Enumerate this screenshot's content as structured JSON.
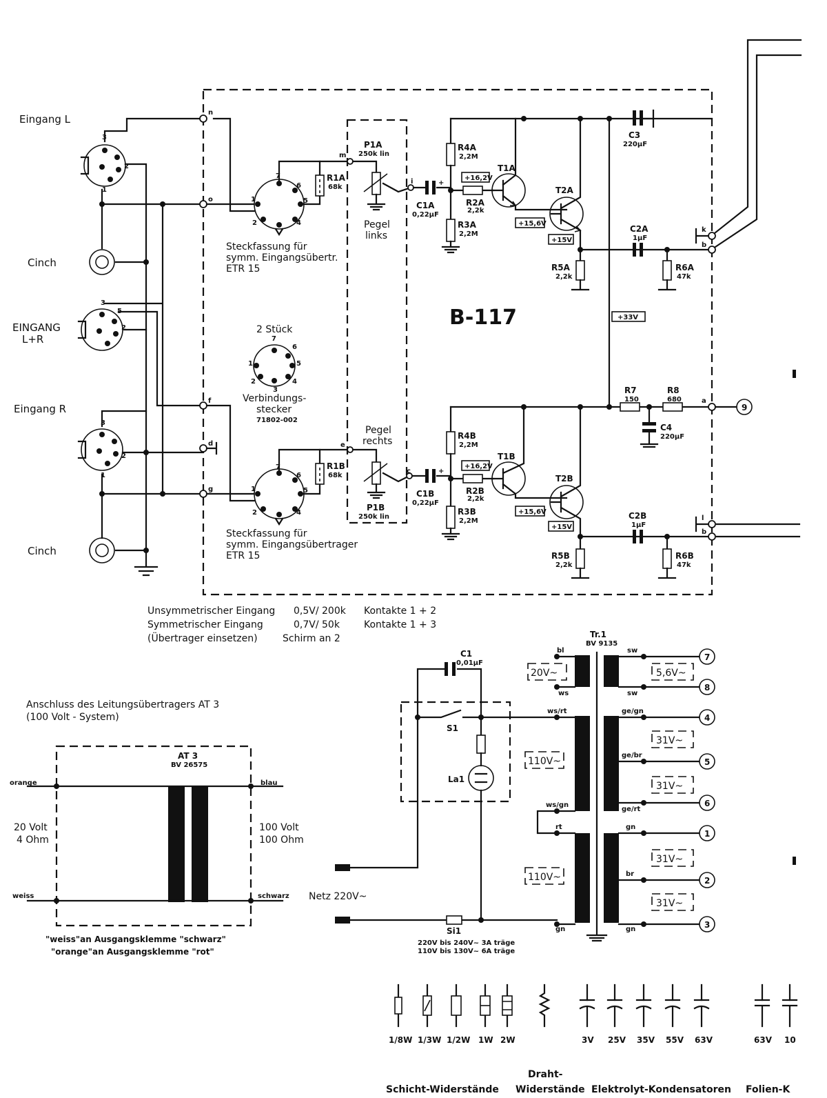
{
  "board": {
    "name": "B-117"
  },
  "inputs": {
    "eingang_l": "Eingang L",
    "cinch_top": "Cinch",
    "eingang_lr_1": "EINGANG",
    "eingang_lr_2": "L+R",
    "eingang_r": "Eingang R",
    "cinch_bottom": "Cinch"
  },
  "sockets": {
    "top_1": "Steckfassung für",
    "top_2": "symm. Eingangsübertr.",
    "top_3": "ETR 15",
    "bottom_1": "Steckfassung für",
    "bottom_2": "symm. Eingangsübertrager",
    "bottom_3": "ETR 15",
    "connector_1": "2 Stück",
    "connector_2": "Verbindungs-",
    "connector_3": "stecker",
    "connector_4": "71802-002"
  },
  "nodes": {
    "n": "n",
    "o": "o",
    "m": "m",
    "i": "i",
    "f": "f",
    "d": "d",
    "e": "e",
    "g": "g",
    "c": "c",
    "k": "k",
    "b_top": "b",
    "a": "a",
    "l": "l",
    "b_bottom": "b"
  },
  "channel_a": {
    "p1a": "P1A",
    "p1a_val": "250k lin",
    "pegel_1": "Pegel",
    "pegel_2": "links",
    "r1a": "R1A",
    "r1a_val": "68k",
    "c1a": "C1A",
    "c1a_val": "0,22µF",
    "r4a": "R4A",
    "r4a_val": "2,2M",
    "r2a": "R2A",
    "r2a_val": "2,2k",
    "r3a": "R3A",
    "r3a_val": "2,2M",
    "t1a": "T1A",
    "t2a": "T2A",
    "v162": "+16,2V",
    "v156": "+15,6V",
    "v15": "+15V",
    "r5a": "R5A",
    "r5a_val": "2,2k",
    "c2a": "C2A",
    "c2a_val": "1µF",
    "r6a": "R6A",
    "r6a_val": "47k",
    "c3": "C3",
    "c3_val": "220µF",
    "v33": "+33V"
  },
  "channel_b": {
    "p1b": "P1B",
    "p1b_val": "250k lin",
    "pegel_1": "Pegel",
    "pegel_2": "rechts",
    "r1b": "R1B",
    "r1b_val": "68k",
    "c1b": "C1B",
    "c1b_val": "0,22µF",
    "r4b": "R4B",
    "r4b_val": "2,2M",
    "r2b": "R2B",
    "r2b_val": "2,2k",
    "r3b": "R3B",
    "r3b_val": "2,2M",
    "t1b": "T1B",
    "t2b": "T2B",
    "v162": "+16,2V",
    "v156": "+15,6V",
    "v15": "+15V",
    "r5b": "R5B",
    "r5b_val": "2,2k",
    "c2b": "C2B",
    "c2b_val": "1µF",
    "r6b": "R6B",
    "r6b_val": "47k",
    "r7": "R7",
    "r7_val": "150",
    "r8": "R8",
    "r8_val": "680",
    "c4": "C4",
    "c4_val": "220µF",
    "terminal_9": "9"
  },
  "notes": {
    "line1_a": "Unsymmetrischer Eingang",
    "line1_b": "0,5V/ 200k",
    "line1_c": "Kontakte   1 + 2",
    "line2_a": "Symmetrischer Eingang",
    "line2_b": "0,7V/  50k",
    "line2_c": "Kontakte   1 + 3",
    "line3_a": "(Übertrager einsetzen)",
    "line3_b": "Schirm an 2"
  },
  "at3": {
    "title_1": "Anschluss des Leitungsübertragers AT 3",
    "title_2": "(100 Volt - System)",
    "name": "AT 3",
    "code": "BV 26575",
    "orange": "orange",
    "blau": "blau",
    "weiss": "weiss",
    "schwarz": "schwarz",
    "left_1": "20 Volt",
    "left_2": "4 Ohm",
    "right_1": "100 Volt",
    "right_2": "100 Ohm",
    "note_1": "\"weiss\"an Ausgangsklemme \"schwarz\"",
    "note_2": "\"orange\"an Ausgangsklemme \"rot\""
  },
  "power": {
    "c1": "C1",
    "c1_val": "0,01µF",
    "s1": "S1",
    "la1": "La1",
    "netz": "Netz 220V~",
    "si1": "Si1",
    "si1_note_1": "220V bis  240V~ 3A träge",
    "si1_note_2": "110V bis  130V~ 6A träge",
    "tr1": "Tr.1",
    "tr1_code": "BV 9135",
    "v20": "20V~",
    "v110_a": "110V~",
    "v110_b": "110V~",
    "v56": "5,6V~",
    "v31_a": "31V~",
    "v31_b": "31V~",
    "v31_c": "31V~",
    "v31_d": "31V~",
    "p_bl": "bl",
    "p_ws": "ws",
    "p_wsrt": "ws/rt",
    "p_wsgn": "ws/gn",
    "p_rt": "rt",
    "p_gn": "gn",
    "s_sw1": "sw",
    "s_sw2": "sw",
    "s_gegn": "ge/gn",
    "s_gebr": "ge/br",
    "s_gerot": "ge/rt",
    "s_gn": "gn",
    "s_br": "br",
    "s_gn2": "gn",
    "t7": "7",
    "t8": "8",
    "t4": "4",
    "t5": "5",
    "t6": "6",
    "t1": "1",
    "t2": "2",
    "t3": "3"
  },
  "legend": {
    "w18": "1/8W",
    "w13": "1/3W",
    "w12": "1/2W",
    "w1": "1W",
    "w2": "2W",
    "v3": "3V",
    "v25": "25V",
    "v35": "35V",
    "v55": "55V",
    "v63": "63V",
    "v63b": "63V",
    "v10": "10",
    "schicht": "Schicht-Widerstände",
    "draht_1": "Draht-",
    "draht_2": "Widerstände",
    "elko": "Elektrolyt-Kondensatoren",
    "folien": "Folien-K"
  }
}
